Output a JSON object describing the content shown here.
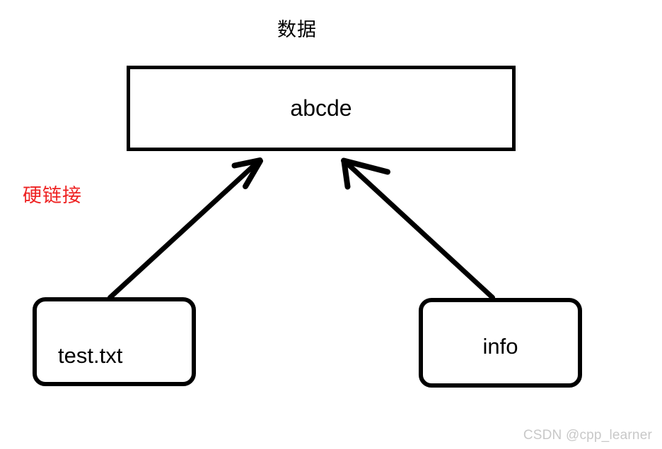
{
  "diagram": {
    "title": "数据",
    "type": "hard-link-illustration",
    "data_box": {
      "label": "abcde",
      "shape": "rectangle",
      "border_color": "#000000",
      "fill_color": "#ffffff"
    },
    "annotation": {
      "text": "硬链接",
      "color": "#ee2222"
    },
    "nodes": [
      {
        "id": "test-txt",
        "label": "test.txt",
        "shape": "rounded-rectangle",
        "border_color": "#000000",
        "fill_color": "#ffffff"
      },
      {
        "id": "info",
        "label": "info",
        "shape": "rounded-rectangle",
        "border_color": "#000000",
        "fill_color": "#ffffff"
      }
    ],
    "arrows": [
      {
        "id": "test-txt-to-data",
        "from": "test-txt",
        "to": "data_box",
        "style": "hand-drawn",
        "color": "#000000"
      },
      {
        "id": "info-to-data",
        "from": "info",
        "to": "data_box",
        "style": "hand-drawn",
        "color": "#000000"
      }
    ]
  },
  "watermark": {
    "text": "CSDN @cpp_learner",
    "color": "#c8c8c8"
  }
}
